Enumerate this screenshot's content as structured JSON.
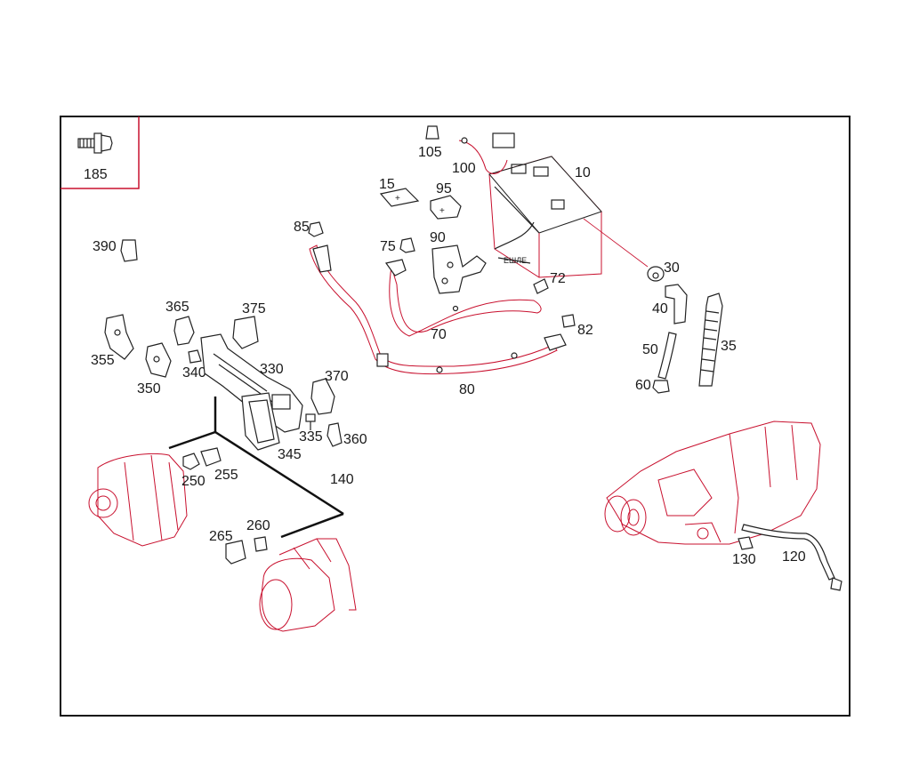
{
  "inset": {
    "part_no": "185"
  },
  "callouts": {
    "p10": "10",
    "p15": "15",
    "p30": "30",
    "p35": "35",
    "p40": "40",
    "p50": "50",
    "p60": "60",
    "p70": "70",
    "p72": "72",
    "p75": "75",
    "p80": "80",
    "p82": "82",
    "p85": "85",
    "p90": "90",
    "p95": "95",
    "p100": "100",
    "p105": "105",
    "p120": "120",
    "p130": "130",
    "p140": "140",
    "p250": "250",
    "p255": "255",
    "p260": "260",
    "p265": "265",
    "p330": "330",
    "p335": "335",
    "p340": "340",
    "p345": "345",
    "p350": "350",
    "p355": "355",
    "p360": "360",
    "p365": "365",
    "p370": "370",
    "p375": "375",
    "p390": "390"
  },
  "colors": {
    "frame": "#111111",
    "accent": "#c8102e",
    "line": "#222222"
  }
}
